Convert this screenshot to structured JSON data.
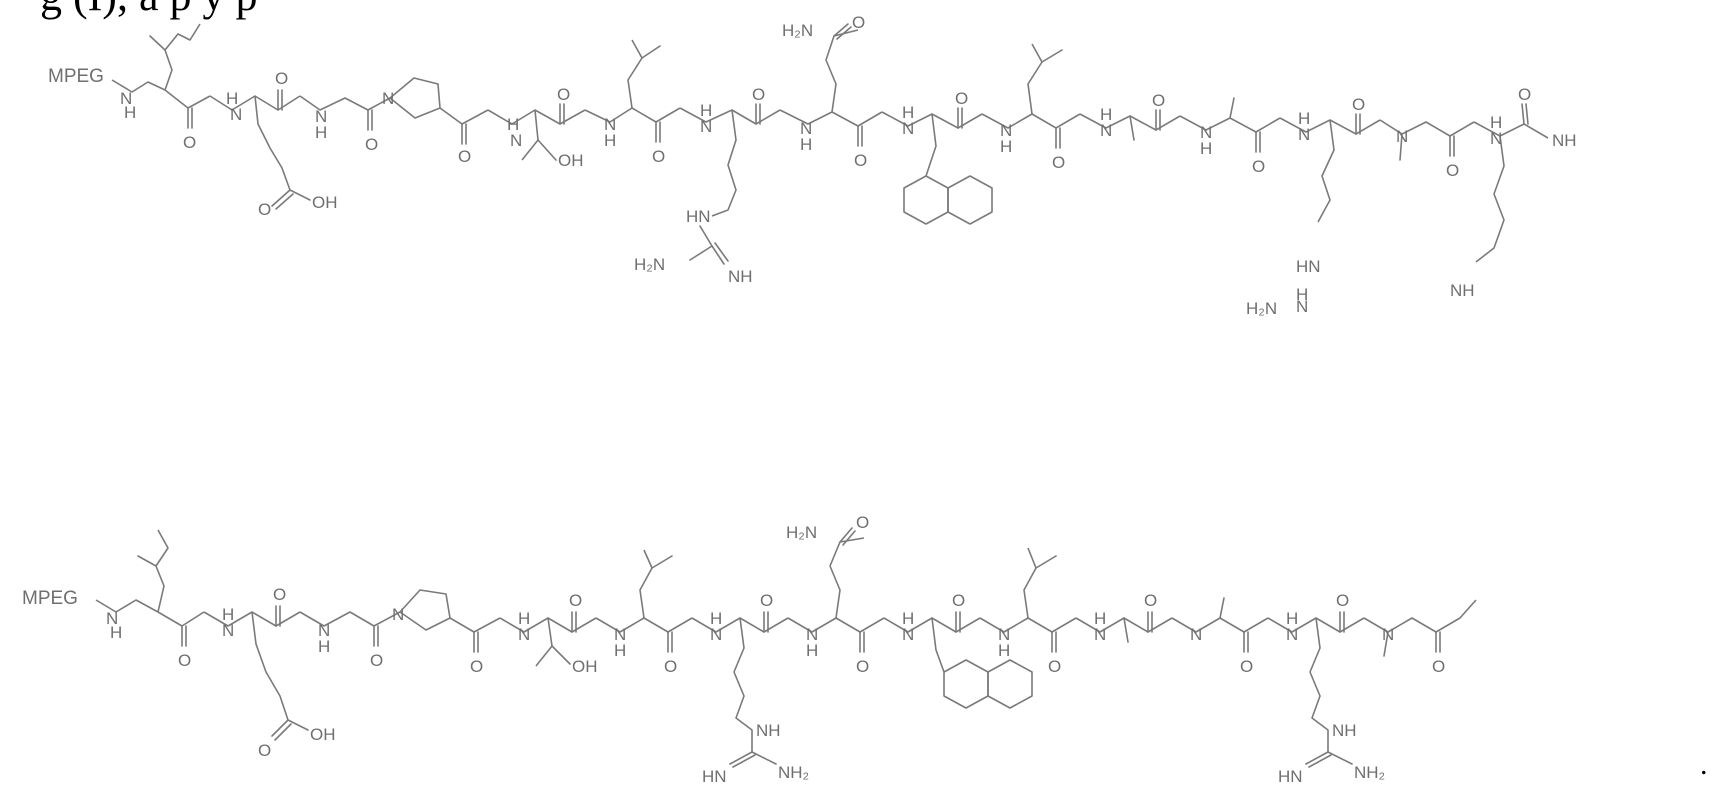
{
  "header": {
    "visible_text": "g (I), a p y p"
  },
  "structure": {
    "terminal_group": "MPEG",
    "atoms": {
      "nh": "N",
      "h": "H",
      "o": "O",
      "oh": "OH",
      "nh_label": "NH",
      "h2n": "H₂N",
      "hn": "HN",
      "nh2": "NH₂"
    }
  },
  "end_punctuation": "."
}
